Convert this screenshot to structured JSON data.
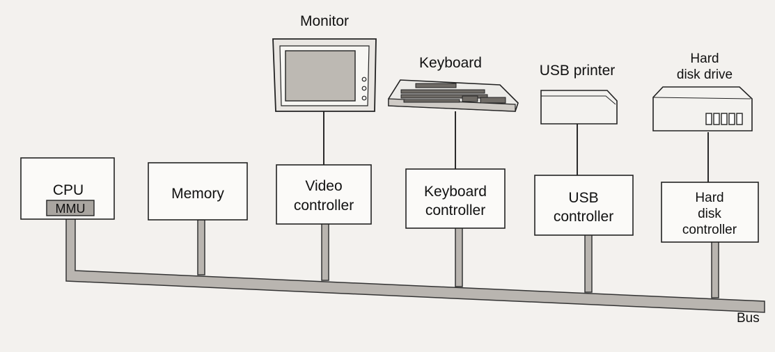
{
  "diagram": {
    "controllers": {
      "cpu": "CPU",
      "mmu": "MMU",
      "memory": "Memory",
      "video": [
        "Video",
        "controller"
      ],
      "keyboard": [
        "Keyboard",
        "controller"
      ],
      "usb": [
        "USB",
        "controller"
      ],
      "disk": [
        "Hard",
        "disk",
        "controller"
      ]
    },
    "devices": {
      "monitor": "Monitor",
      "keyboard": "Keyboard",
      "printer": "USB printer",
      "disk_drive": [
        "Hard",
        "disk drive"
      ]
    },
    "bus_label": "Bus"
  },
  "colors": {
    "bus": "#b9b5b0",
    "outline": "#222222",
    "box_fill": "#fbfaf8"
  }
}
